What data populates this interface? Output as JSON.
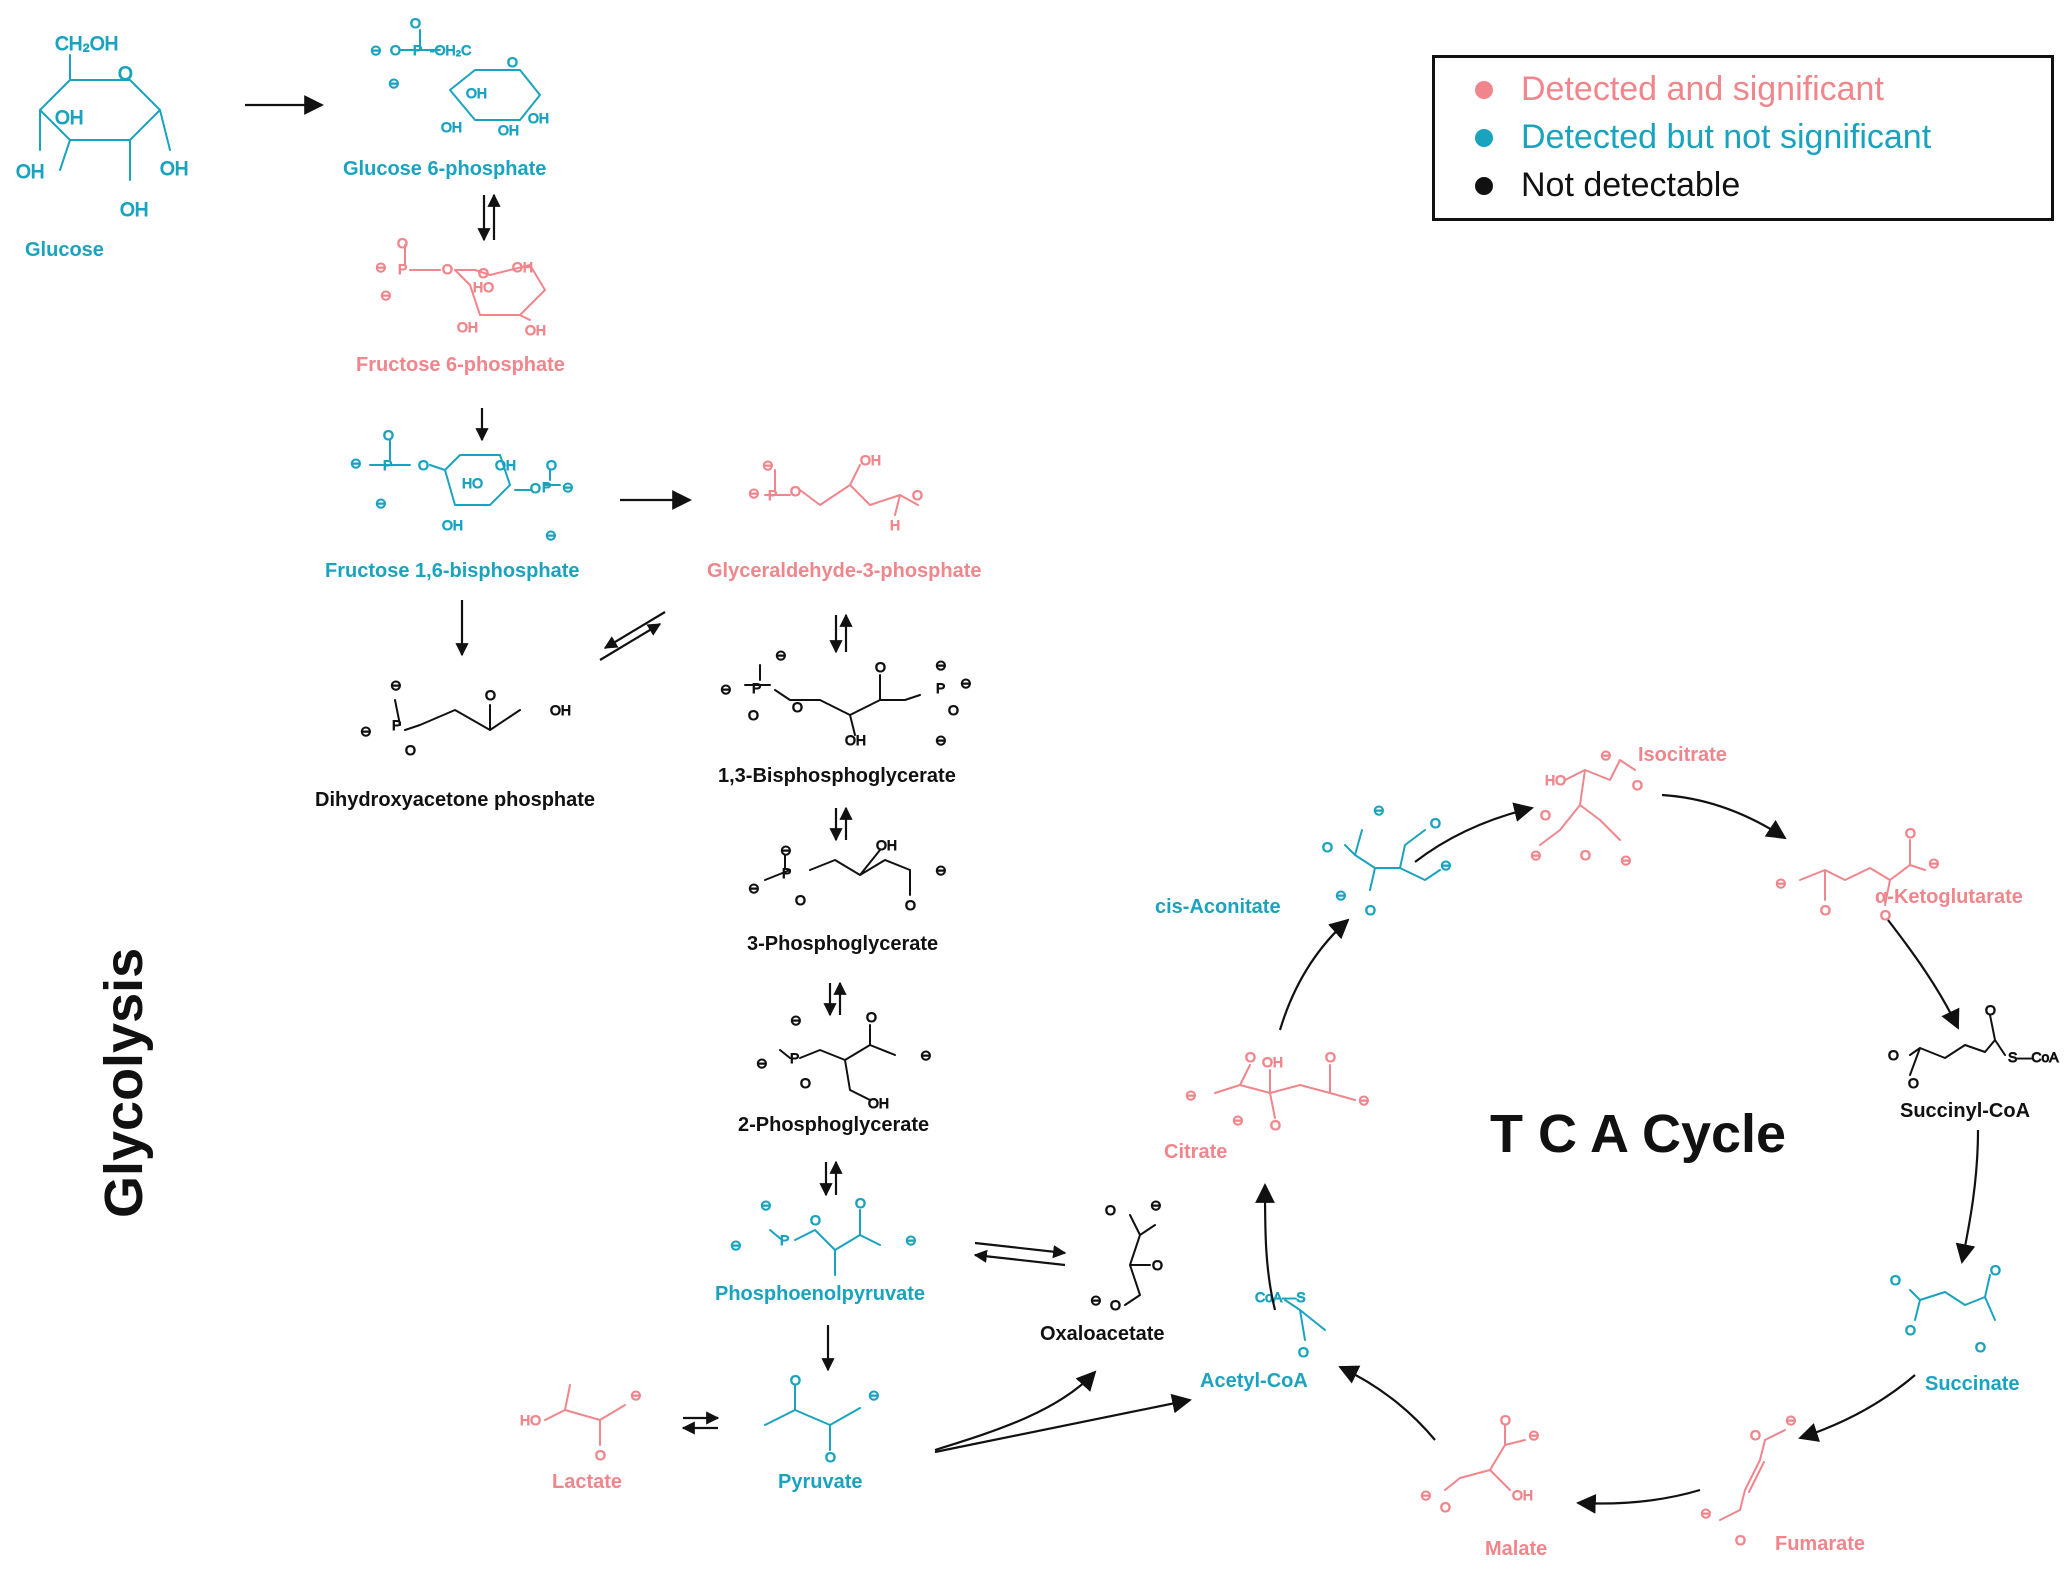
{
  "colors": {
    "significant": "#f0868c",
    "not_significant": "#1aa3bf",
    "not_detectable": "#111111"
  },
  "legend": {
    "items": [
      {
        "label": "Detected and significant",
        "color": "#f0868c"
      },
      {
        "label": "Detected but not significant",
        "color": "#1aa3bf"
      },
      {
        "label": "Not detectable",
        "color": "#111111"
      }
    ]
  },
  "section_titles": {
    "glycolysis": "Glycolysis",
    "tca": "T C A Cycle"
  },
  "metabolites": {
    "glucose": "Glucose",
    "g6p": "Glucose 6-phosphate",
    "f6p": "Fructose 6-phosphate",
    "f16bp": "Fructose 1,6-bisphosphate",
    "g3p": "Glyceraldehyde-3-phosphate",
    "dhap": "Dihydroxyacetone phosphate",
    "bpg13": "1,3-Bisphosphoglycerate",
    "pg3": "3-Phosphoglycerate",
    "pg2": "2-Phosphoglycerate",
    "pep": "Phosphoenolpyruvate",
    "oaa": "Oxaloacetate",
    "lactate": "Lactate",
    "pyruvate": "Pyruvate",
    "acetylcoa": "Acetyl-CoA",
    "citrate": "Citrate",
    "cisaconitate": "cis-Aconitate",
    "isocitrate": "Isocitrate",
    "akg": "α-Ketoglutarate",
    "succoa": "Succinyl-CoA",
    "succinate": "Succinate",
    "fumarate": "Fumarate",
    "malate": "Malate"
  },
  "atoms": {
    "ch2oh": "CH₂OH",
    "oh": "OH",
    "ho": "HO",
    "o": "O",
    "p": "P",
    "h": "H",
    "s": "S",
    "coa": "CoA",
    "s_coa": "S—CoA",
    "coa_s": "CoA—S",
    "oh2c": "-OH₂C",
    "minus": "⊖"
  }
}
